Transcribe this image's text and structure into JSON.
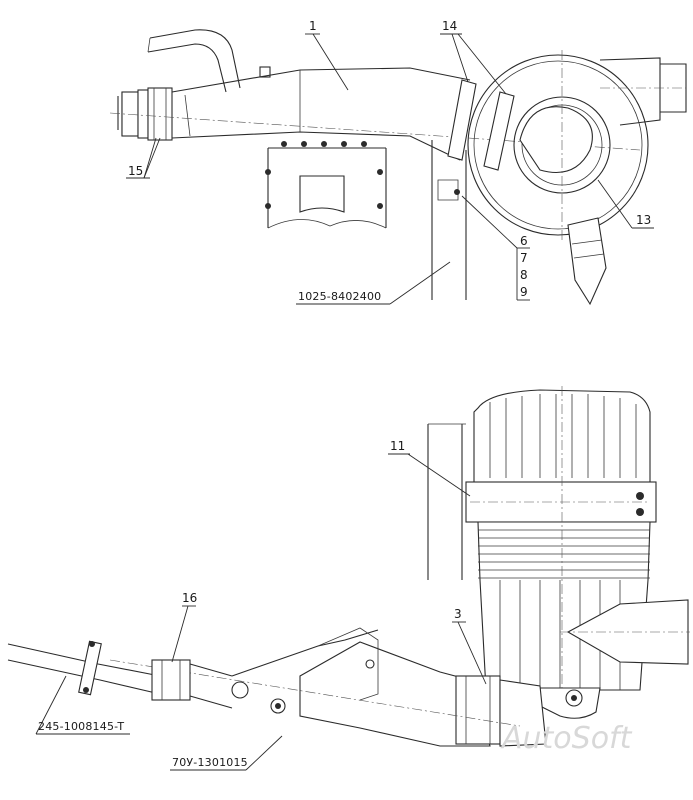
{
  "top_view": {
    "callouts": [
      "1",
      "14",
      "15",
      "13",
      "6",
      "7",
      "8",
      "9"
    ],
    "part_numbers": [
      "1025-8402400"
    ]
  },
  "side_view": {
    "callouts": [
      "11",
      "16",
      "3"
    ],
    "part_numbers": [
      "245-1008145-T",
      "70У-1301015"
    ]
  },
  "watermark": "AutoSoft"
}
